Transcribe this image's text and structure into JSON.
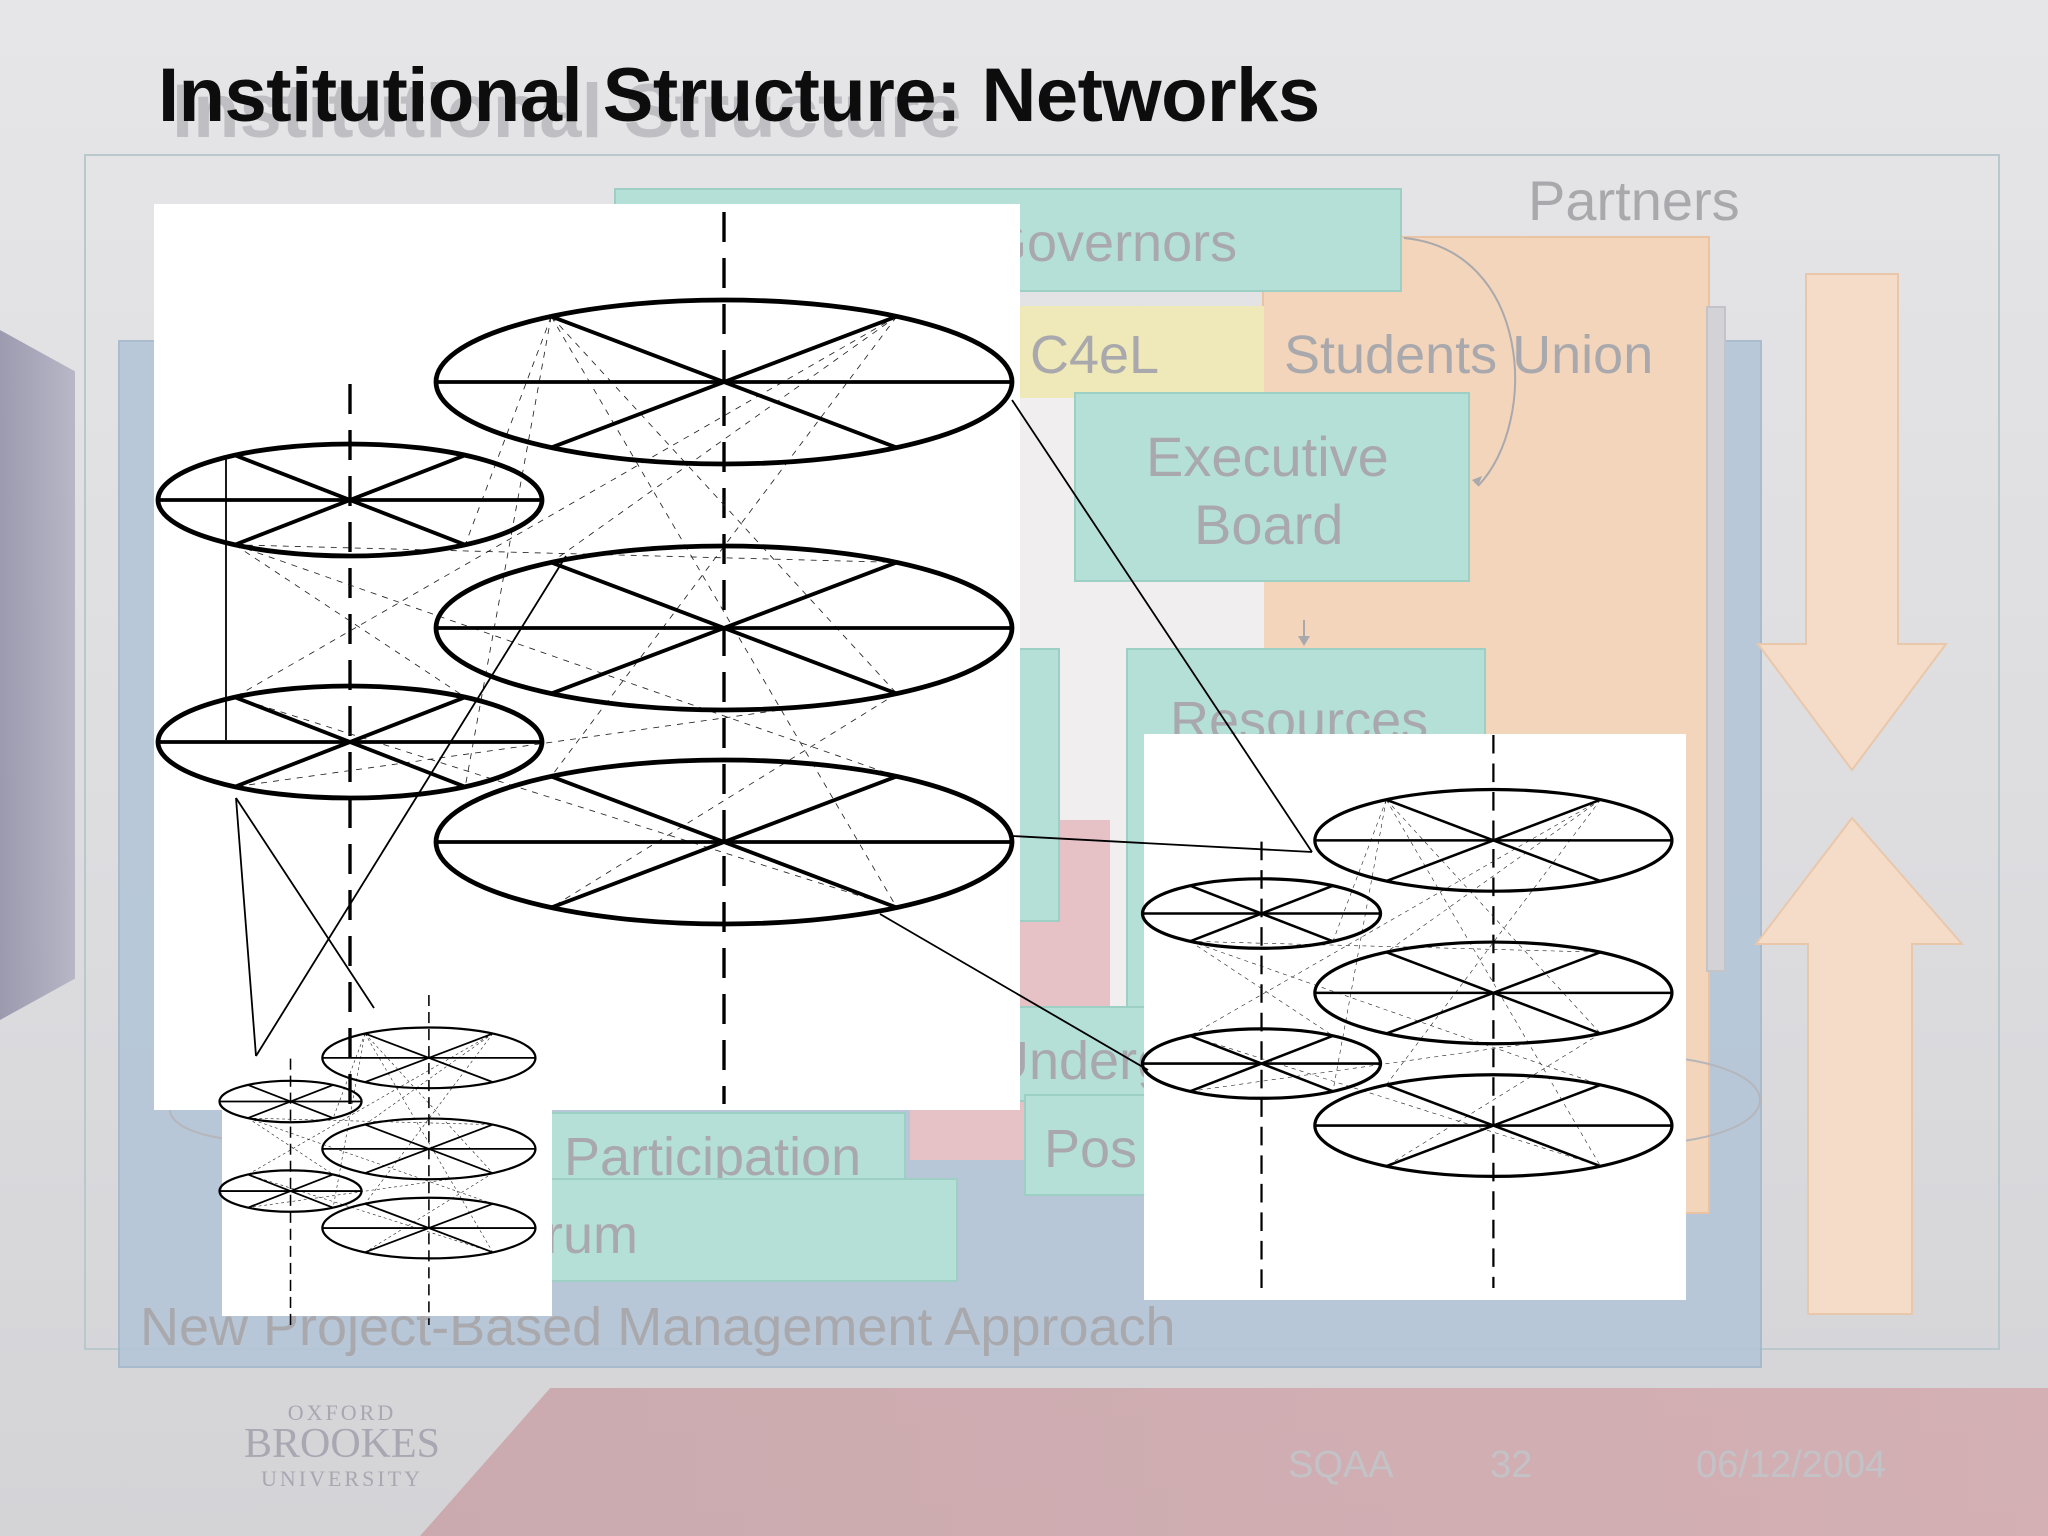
{
  "slide": {
    "title": "Institutional Structure: Networks",
    "title_ghost": "Institutional Structure"
  },
  "background_org_chart": {
    "partners_label": "Partners",
    "governors_label": "Governors",
    "c4el_label": "C4eL",
    "students_union_label": "Students Union",
    "executive_board_line1": "Executive",
    "executive_board_line2": "Board",
    "resources_label": "Resources",
    "undergrad_label": "Underg",
    "post_label": "Pos",
    "participation_label": "Participation",
    "forum_label": "Forum",
    "approach_label": "New Project-Based Management Approach"
  },
  "footer": {
    "event": "SQAA",
    "page_number": "32",
    "date": "06/12/2004",
    "logo_top": "OXFORD",
    "logo_middle": "BROOKES",
    "logo_bottom": "UNIVERSITY"
  },
  "colors": {
    "title": "#0d0d0d",
    "faded_text": "#a9a9ad",
    "teal_box": "#b5e0d8",
    "orange_box": "#f3d5bb",
    "blue_panel": "#b4c6d8",
    "footer_band": "#c9a3a8"
  }
}
